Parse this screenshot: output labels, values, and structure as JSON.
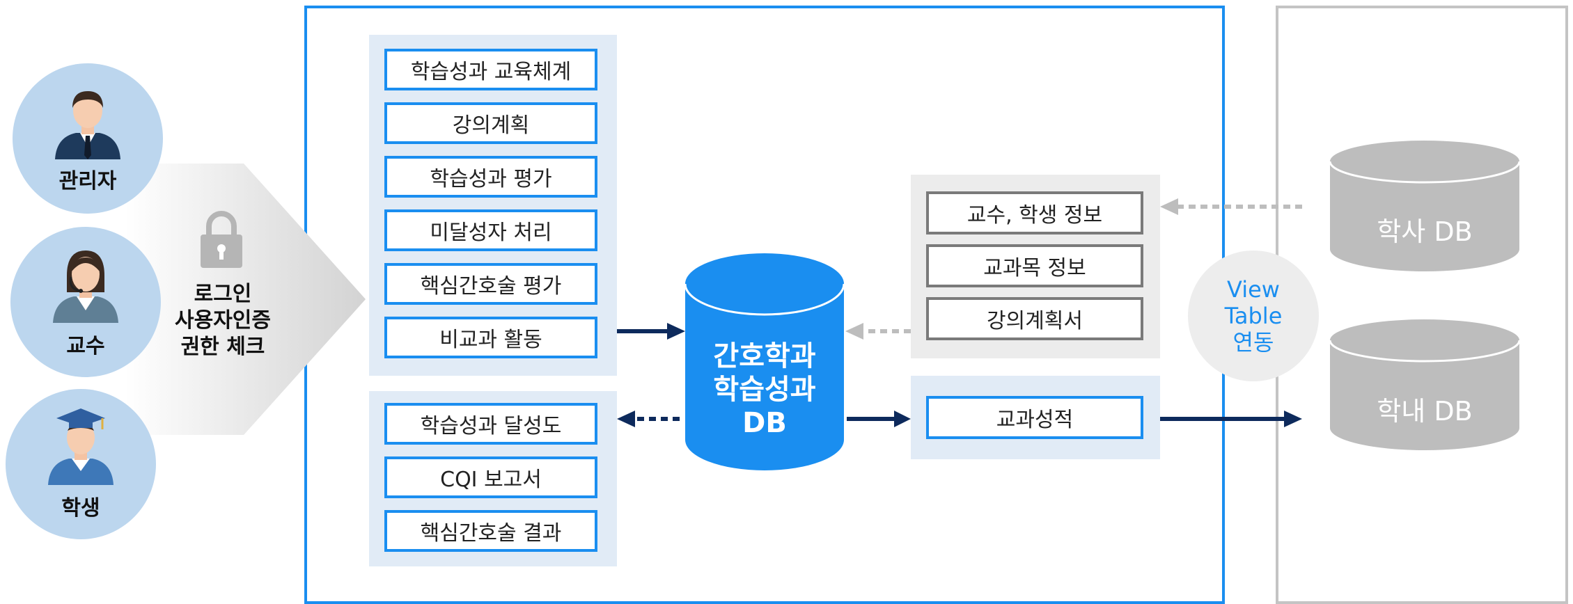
{
  "users": [
    {
      "label": "관리자"
    },
    {
      "label": "교수"
    },
    {
      "label": "학생"
    }
  ],
  "login": {
    "line1": "로그인",
    "line2": "사용자인증",
    "line3": "권한 체크"
  },
  "menu_top": [
    "학습성과 교육체계",
    "강의계획",
    "학습성과 평가",
    "미달성자 처리",
    "핵심간호술 평가",
    "비교과 활동"
  ],
  "menu_bottom": [
    "학습성과 달성도",
    "CQI 보고서",
    "핵심간호술 결과"
  ],
  "central_db": {
    "line1": "간호학과",
    "line2": "학습성과",
    "line3": "DB"
  },
  "info_boxes": [
    "교수, 학생 정보",
    "교과목 정보",
    "강의계획서"
  ],
  "grade_box": "교과성적",
  "view_link": {
    "line1": "View",
    "line2": "Table",
    "line3": "연동"
  },
  "external_dbs": [
    {
      "label": "학사 DB"
    },
    {
      "label": "학내 DB"
    }
  ],
  "colors": {
    "accent": "#1a8ef0",
    "navy": "#0d2a5c",
    "gray_db": "#bdbdbd",
    "panel": "#e1ebf6",
    "user_circle": "#bcd6ee"
  }
}
